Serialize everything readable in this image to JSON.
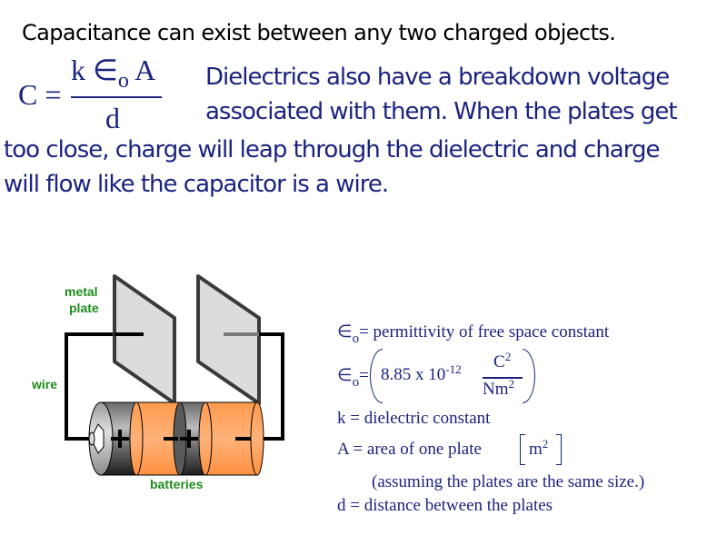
{
  "slide": {
    "title": "Capacitance can exist between any two charged objects.",
    "formula": {
      "lhs": "C =",
      "numerator_k": "k",
      "numerator_eps": "∈",
      "numerator_sub": "o",
      "numerator_A": "A",
      "denominator": "d"
    },
    "paragraph_lines": [
      "Dielectrics also have a breakdown voltage",
      "associated with them. When the plates get",
      "too close, charge will leap through the dielectric and charge",
      "will flow like the capacitor is a wire."
    ],
    "diagram": {
      "labels": {
        "metal_plate_line1": "metal",
        "metal_plate_line2": "plate",
        "wire": "wire",
        "batteries": "batteries"
      },
      "battery_signs": {
        "plus1": "+",
        "minus1": "−",
        "plus2": "+",
        "minus2": "−"
      },
      "colors": {
        "label_green": "#1e8c1e",
        "plate_fill": "#dcdcdc",
        "plate_stroke": "#3a3a3a",
        "battery_orange": "#ff9a4d",
        "battery_dark": "#555555",
        "wire": "#000000"
      }
    },
    "definitions": {
      "eps_symbol": "∈",
      "eps_sub": "o",
      "eps_def_text": "= permittivity of free space constant",
      "eps_value_eq": "=",
      "eps_value_mantissa": "8.85 x 10",
      "eps_value_exp": "-12",
      "eps_units_num": "C",
      "eps_units_num_exp": "2",
      "eps_units_den": "Nm",
      "eps_units_den_exp": "2",
      "k_def": "k = dielectric constant",
      "A_def": "A = area of one plate",
      "A_units": "m",
      "A_units_exp": "2",
      "A_note": "(assuming the plates are the same size.)",
      "d_def": "d = distance between the plates"
    },
    "colors": {
      "title": "#000000",
      "body_text": "#1a237e",
      "background": "#ffffff"
    }
  }
}
